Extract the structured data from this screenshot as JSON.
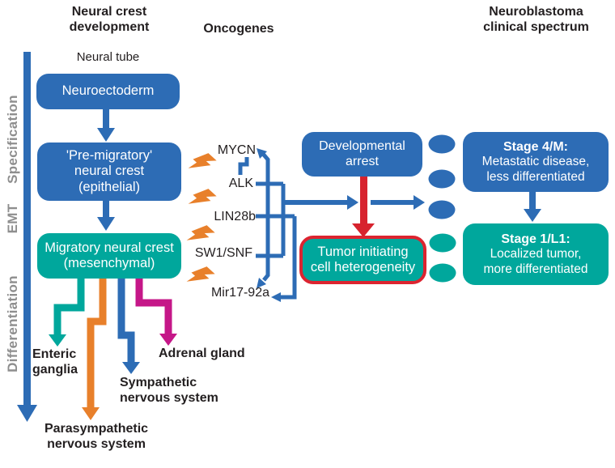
{
  "palette": {
    "blue": "#2d6cb5",
    "teal": "#00a79c",
    "red": "#dc2430",
    "orange": "#e8802b",
    "magenta": "#c51788",
    "gray_label": "#8e8e8e",
    "text": "#231f20",
    "background": "#ffffff"
  },
  "headers": {
    "development": "Neural crest\ndevelopment",
    "oncogenes": "Oncogenes",
    "spectrum": "Neuroblastoma\nclinical spectrum"
  },
  "sidebar": {
    "stages": [
      "Specification",
      "EMT",
      "Differentiation"
    ]
  },
  "development": {
    "neural_tube_label": "Neural tube",
    "boxes": {
      "neuroectoderm": "Neuroectoderm",
      "premigratory": "'Pre-migratory'\nneural crest\n(epithelial)",
      "migratory": "Migratory neural crest\n(mesenchymal)"
    },
    "derivatives": [
      {
        "label": "Enteric\nganglia",
        "arrow_color": "teal"
      },
      {
        "label": "Parasympathetic\nnervous system",
        "arrow_color": "orange"
      },
      {
        "label": "Sympathetic\nnervous system",
        "arrow_color": "blue"
      },
      {
        "label": "Adrenal gland",
        "arrow_color": "magenta"
      }
    ]
  },
  "oncogenes": {
    "items": [
      "MYCN",
      "ALK",
      "LIN28b",
      "SW1/SNF",
      "Mir17-92a"
    ]
  },
  "tumorigenesis": {
    "developmental_arrest": "Developmental\narrest",
    "tumor_heterogeneity": "Tumor initiating\ncell heterogeneity"
  },
  "spectrum": {
    "stage4": {
      "title": "Stage 4/M:",
      "desc": "Metastatic disease,\nless differentiated"
    },
    "stage1": {
      "title": "Stage 1/L1:",
      "desc": "Localized tumor,\nmore differentiated"
    }
  }
}
